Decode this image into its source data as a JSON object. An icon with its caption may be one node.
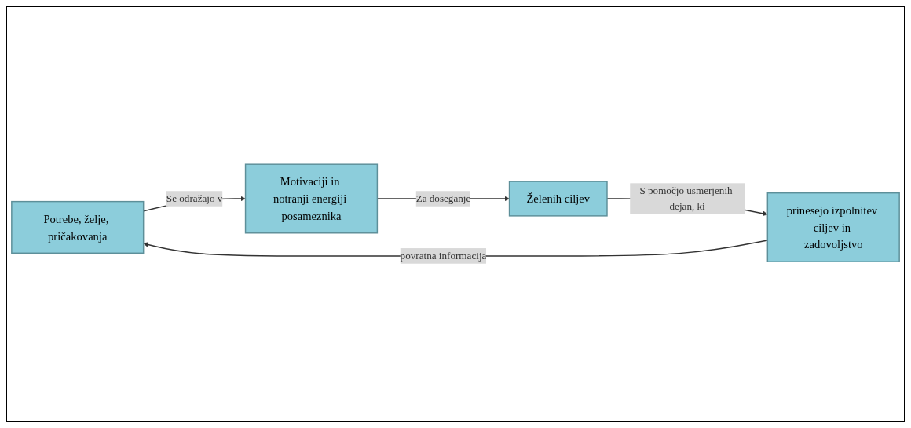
{
  "diagram": {
    "nodes": [
      {
        "text": [
          "Potrebe, želje, pričakovanja"
        ]
      },
      {
        "text": [
          "Motivaciji in notranji energiji posameznika"
        ]
      },
      {
        "text": [
          "Želenih ciljev"
        ]
      },
      {
        "text": [
          "prinesejo izpolnitev ciljev in zadovoljstvo"
        ]
      }
    ],
    "edges": [
      {
        "from": 0,
        "to": 1,
        "arrow": "to",
        "label": "Se odražajo v"
      },
      {
        "from": 1,
        "to": 2,
        "arrow": "to",
        "label": "Za doseganje"
      },
      {
        "from": 2,
        "to": 3,
        "arrow": "to",
        "label": "S pomočjo usmerjenih dejan, ki"
      },
      {
        "from": 3,
        "to": 0,
        "arrow": "to",
        "label": "povratna informacija"
      }
    ]
  }
}
